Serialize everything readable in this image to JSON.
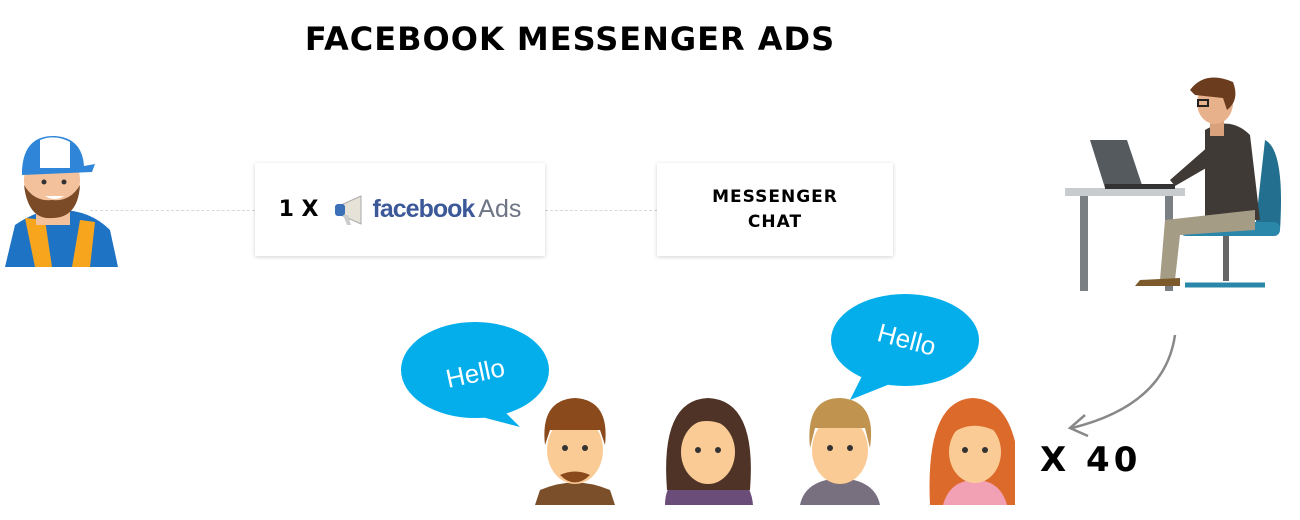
{
  "title": "FACEBOOK MESSENGER ADS",
  "ad_box": {
    "multiplier": "1 X",
    "brand": "facebook",
    "product": "Ads"
  },
  "chat_box": {
    "line1": "MESSENGER",
    "line2": "CHAT"
  },
  "bubbles": [
    "Hello",
    "Hello"
  ],
  "audience_count": "X 40",
  "colors": {
    "bubble": "#03aeeb",
    "facebook": "#3b5998"
  }
}
